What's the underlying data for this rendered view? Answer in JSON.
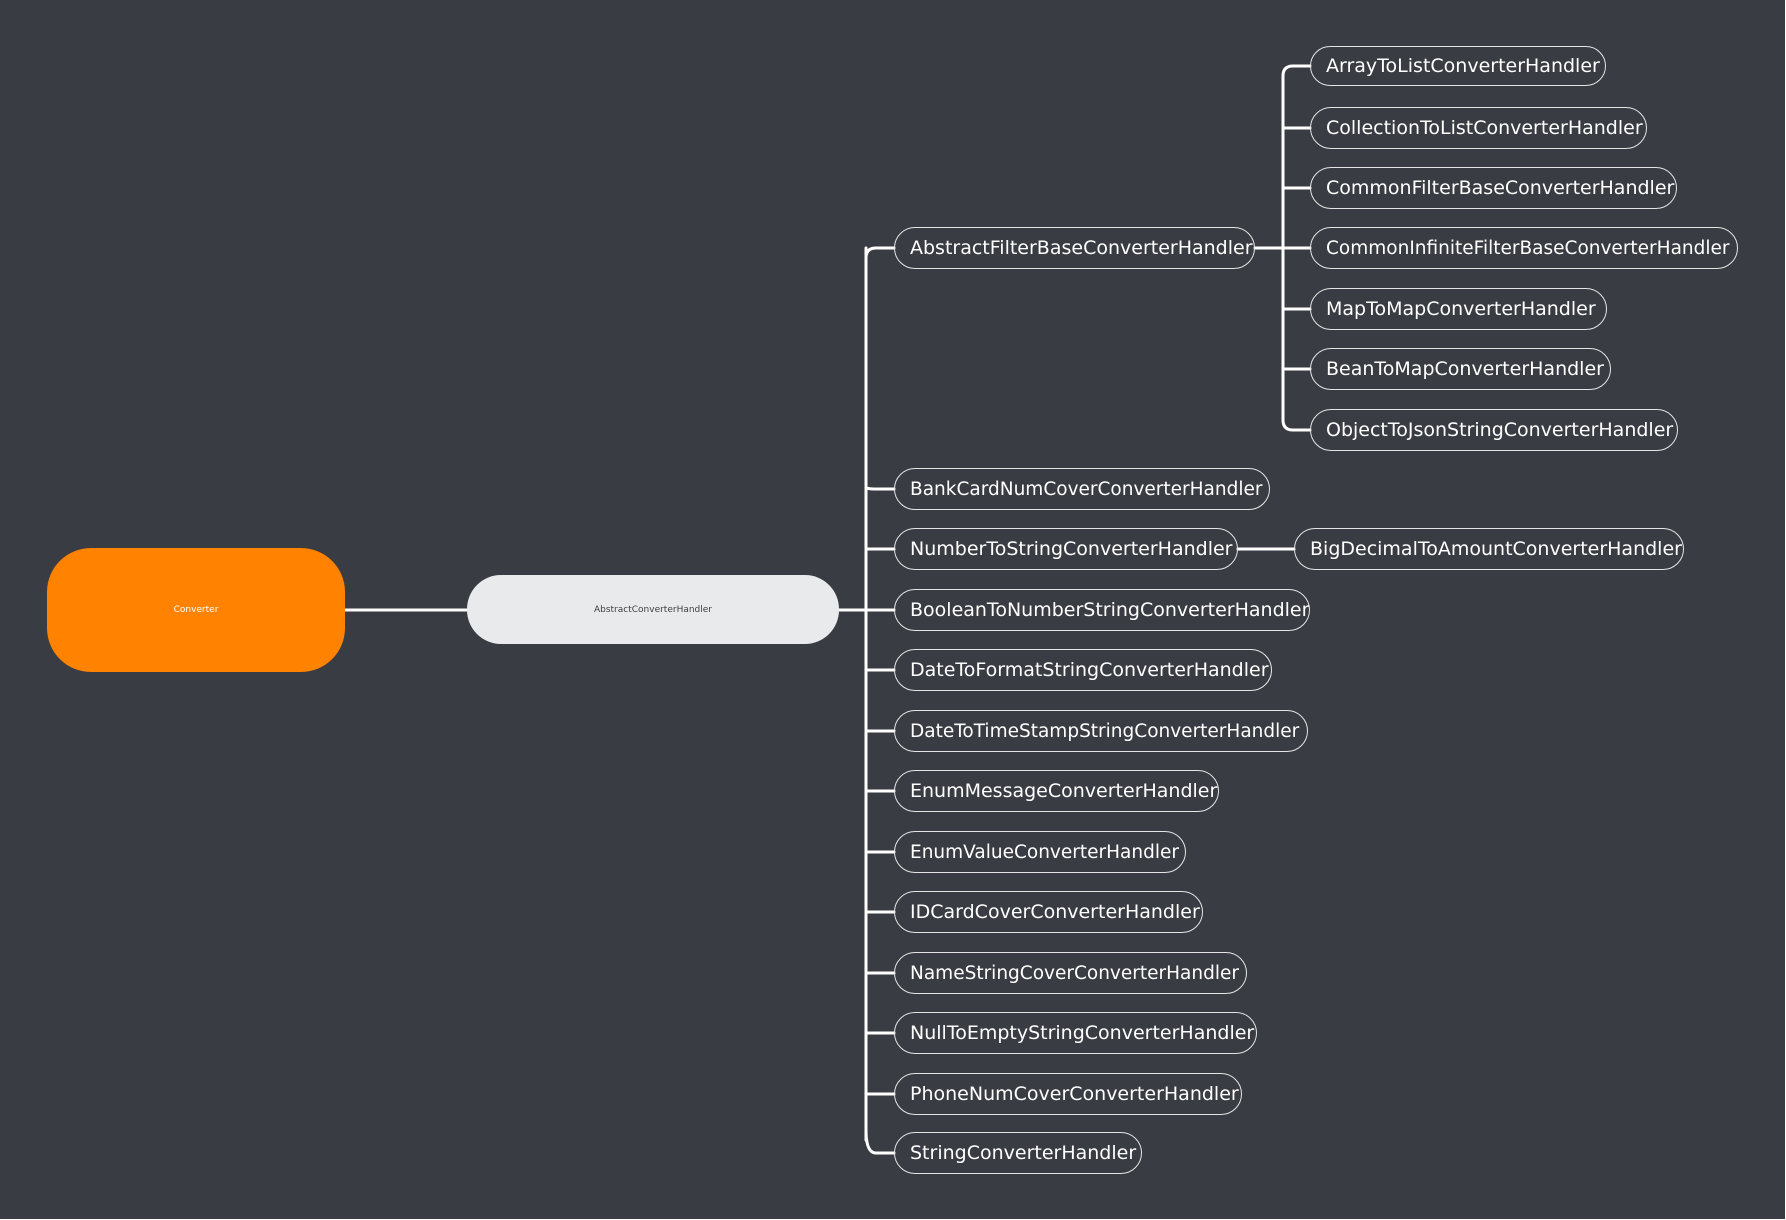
{
  "colors": {
    "background": "#393c42",
    "root_fill": "#ff8300",
    "main_fill": "#e9eaeb",
    "line": "#ffffff"
  },
  "root": {
    "label": "Converter"
  },
  "main": {
    "label": "AbstractConverterHandler"
  },
  "filter_base": {
    "label": "AbstractFilterBaseConverterHandler",
    "children": [
      "ArrayToListConverterHandler",
      "CollectionToListConverterHandler",
      "CommonFilterBaseConverterHandler",
      "CommonInfiniteFilterBaseConverterHandler",
      "MapToMapConverterHandler",
      "BeanToMapConverterHandler",
      "ObjectToJsonStringConverterHandler"
    ]
  },
  "handlers": [
    "BankCardNumCoverConverterHandler",
    "NumberToStringConverterHandler",
    "BooleanToNumberStringConverterHandler",
    "DateToFormatStringConverterHandler",
    "DateToTimeStampStringConverterHandler",
    "EnumMessageConverterHandler",
    "EnumValueConverterHandler",
    "IDCardCoverConverterHandler",
    "NameStringCoverConverterHandler",
    "NullToEmptyStringConverterHandler",
    "PhoneNumCoverConverterHandler",
    "StringConverterHandler"
  ],
  "number_child": {
    "label": "BigDecimalToAmountConverterHandler"
  }
}
